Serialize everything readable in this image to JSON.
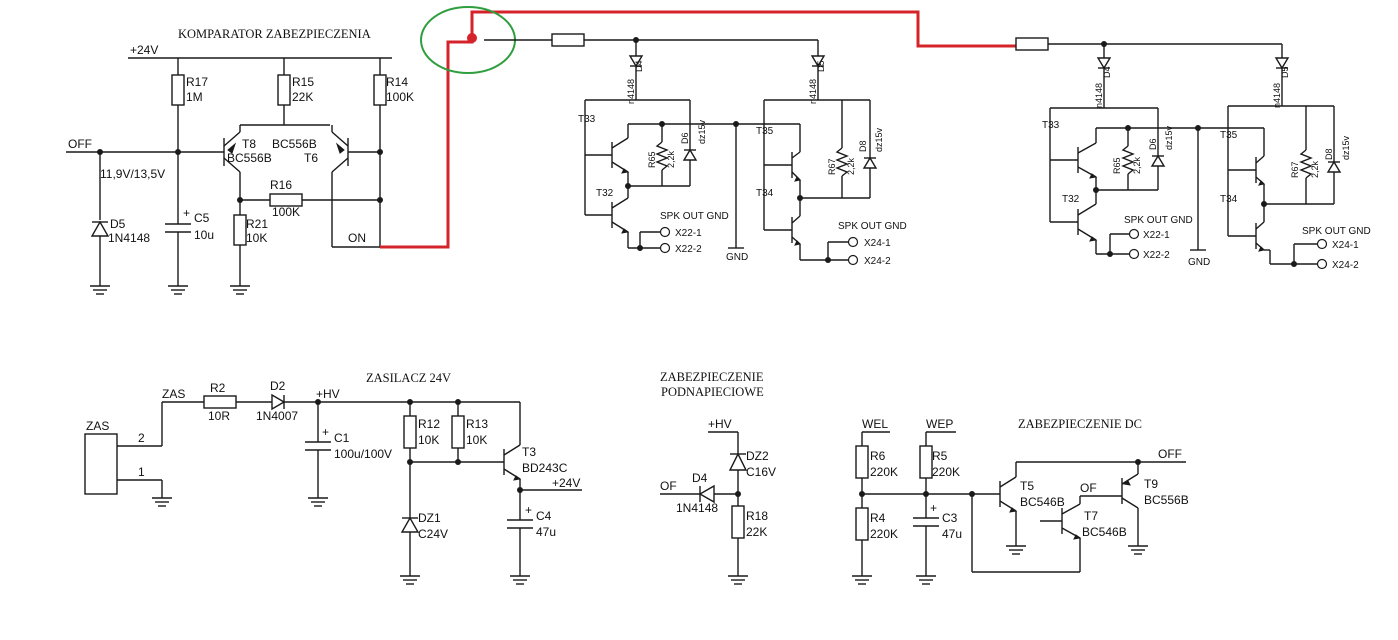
{
  "titles": {
    "comparator": "KOMPARATOR ZABEZPIECZENIA",
    "psu": "ZASILACZ 24V",
    "undervoltage_1": "ZABEZPIECZENIE",
    "undervoltage_2": "PODNAPIECIOWE",
    "dc": "ZABEZPIECZENIE DC"
  },
  "comparator": {
    "rail": "+24V",
    "off": "OFF",
    "on": "ON",
    "voltage_note": "11,9V/13,5V",
    "R17": "R17",
    "R17_val": "1M",
    "R15": "R15",
    "R15_val": "22K",
    "R14": "R14",
    "R14_val": "100K",
    "T8": "T8",
    "T8_type": "BC556B",
    "T6": "T6",
    "T6_type": "BC556B",
    "R16": "R16",
    "R16_val": "100K",
    "R21": "R21",
    "R21_val": "10K",
    "C5": "C5",
    "C5_val": "10u",
    "C5_plus": "+",
    "D5": "D5",
    "D5_type": "1N4148"
  },
  "output_left": {
    "T33": "T33",
    "T32": "T32",
    "T35": "T35",
    "T34": "T34",
    "D4": "D4",
    "D4_type": "n4148",
    "D5": "D5",
    "D5_type": "n4148",
    "R65": "R65",
    "R65_val": "2,2k",
    "R67": "R67",
    "R67_val": "2,2k",
    "D6": "D6",
    "D6_type": "dz15v",
    "D8": "D8",
    "D8_type": "dz15v",
    "spk": "SPK OUT GND",
    "spk2": "SPK OUT GND",
    "x22_1": "X22-1",
    "x22_2": "X22-2",
    "x24_1": "X24-1",
    "x24_2": "X24-2",
    "gnd": "GND"
  },
  "output_right": {
    "T33": "T33",
    "T32": "T32",
    "T35": "T35",
    "T34": "T34",
    "D4": "D4",
    "D4_type": "n4148",
    "D5": "D5",
    "D5_type": "n4148",
    "R65": "R65",
    "R65_val": "2,2k",
    "R67": "R67",
    "R67_val": "2,2k",
    "D6": "D6",
    "D6_type": "dz15v",
    "D8": "D8",
    "D8_type": "dz15v",
    "spk": "SPK OUT GND",
    "spk2": "SPK OUT GND",
    "x22_1": "X22-1",
    "x22_2": "X22-2",
    "x24_1": "X24-1",
    "x24_2": "X24-2",
    "gnd": "GND"
  },
  "psu": {
    "zas": "ZAS",
    "zas_net": "ZAS",
    "pin2": "2",
    "pin1": "1",
    "R2": "R2",
    "R2_val": "10R",
    "D2": "D2",
    "D2_type": "1N4007",
    "hv": "+HV",
    "C1": "C1",
    "C1_val": "100u/100V",
    "C1_plus": "+",
    "R12": "R12",
    "R12_val": "10K",
    "R13": "R13",
    "R13_val": "10K",
    "T3": "T3",
    "T3_type": "BD243C",
    "DZ1": "DZ1",
    "DZ1_type": "C24V",
    "C4": "C4",
    "C4_val": "47u",
    "C4_plus": "+",
    "out": "+24V"
  },
  "undervoltage": {
    "hv": "+HV",
    "DZ2": "DZ2",
    "DZ2_type": "C16V",
    "of": "OF",
    "D4": "D4",
    "D4_type": "1N4148",
    "R18": "R18",
    "R18_val": "22K"
  },
  "dc": {
    "wel": "WEL",
    "wep": "WEP",
    "R6": "R6",
    "R6_val": "220K",
    "R5": "R5",
    "R5_val": "220K",
    "R4": "R4",
    "R4_val": "220K",
    "C3": "C3",
    "C3_val": "47u",
    "C3_plus": "+",
    "T5": "T5",
    "T5_type": "BC546B",
    "T7": "T7",
    "T7_type": "BC546B",
    "T9": "T9",
    "T9_type": "BC556B",
    "of": "OF",
    "off": "OFF"
  },
  "colors": {
    "wire": "#1a1a1a",
    "highlight_wire": "#d4232a",
    "highlight_circle": "#2e9e3e"
  }
}
